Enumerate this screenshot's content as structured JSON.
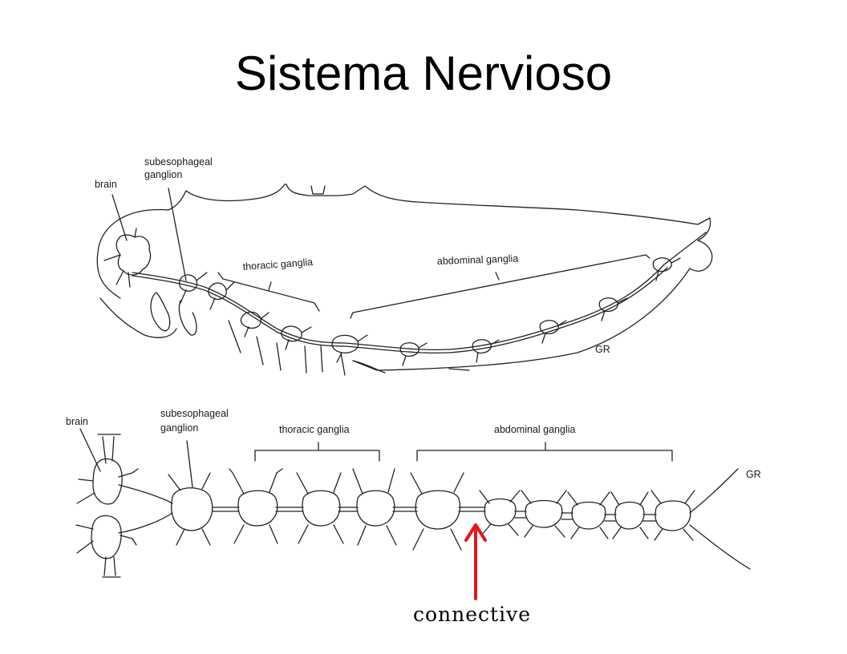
{
  "slide": {
    "title": "Sistema Nervioso"
  },
  "figure_top": {
    "labels": {
      "brain": "brain",
      "subesophageal_line1": "subesophageal",
      "subesophageal_line2": "ganglion",
      "thoracic": "thoracic ganglia",
      "abdominal": "abdominal ganglia",
      "signature": "GR"
    }
  },
  "figure_bottom": {
    "labels": {
      "brain": "brain",
      "subesophageal_line1": "subesophageal",
      "subesophageal_line2": "ganglion",
      "thoracic": "thoracic ganglia",
      "abdominal": "abdominal ganglia",
      "signature": "GR"
    }
  },
  "annotation": {
    "label": "connective",
    "arrow_color": "#e8141b"
  }
}
